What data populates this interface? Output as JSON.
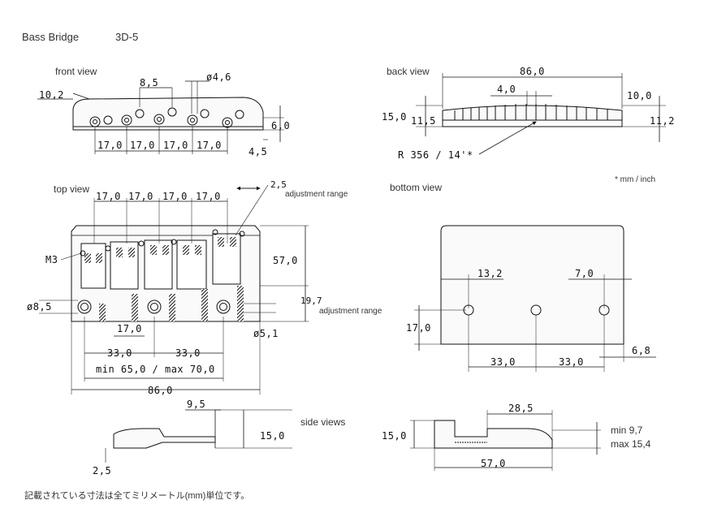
{
  "header": {
    "title": "Bass Bridge",
    "model": "3D-5"
  },
  "views": {
    "front": "front view",
    "back": "back view",
    "top": "top view",
    "bottom": "bottom view",
    "side": "side views"
  },
  "units_note": "* mm / inch",
  "footer_note": "記載されている寸法は全てミリメートル(mm)単位です。",
  "front_dims": {
    "overhang": "10,2",
    "gap": "8,5",
    "hole": "ø4,6",
    "spacing": [
      "17,0",
      "17,0",
      "17,0",
      "17,0"
    ],
    "height": "6,0",
    "base": "4,5"
  },
  "back_dims": {
    "width": "86,0",
    "center": "4,0",
    "left_h": "15,0",
    "left_h2": "11,5",
    "right_h": "10,0",
    "right_h2": "11,2",
    "radius": "R 356 / 14'*"
  },
  "top_dims": {
    "spacing": [
      "17,0",
      "17,0",
      "17,0",
      "17,0"
    ],
    "travel": "2,5",
    "adjust_label": "adjustment range",
    "screw": "M3",
    "length": "57,0",
    "range": "19,7",
    "hole": "ø8,5",
    "sub": "17,0",
    "holes": [
      "33,0",
      "33,0"
    ],
    "minmax": "min 65,0 / max 70,0",
    "total": "86,0",
    "hole2": "ø5,1"
  },
  "bottom_dims": {
    "left": "13,2",
    "right": "7,0",
    "height": "17,0",
    "holes": [
      "33,0",
      "33,0"
    ],
    "edge": "6,8"
  },
  "side_dims": {
    "left_top": "9,5",
    "left_h": "15,0",
    "left_base": "2,5",
    "right_top": "28,5",
    "right_h": "15,0",
    "right_len": "57,0",
    "min": "min 9,7",
    "max": "max 15,4"
  }
}
